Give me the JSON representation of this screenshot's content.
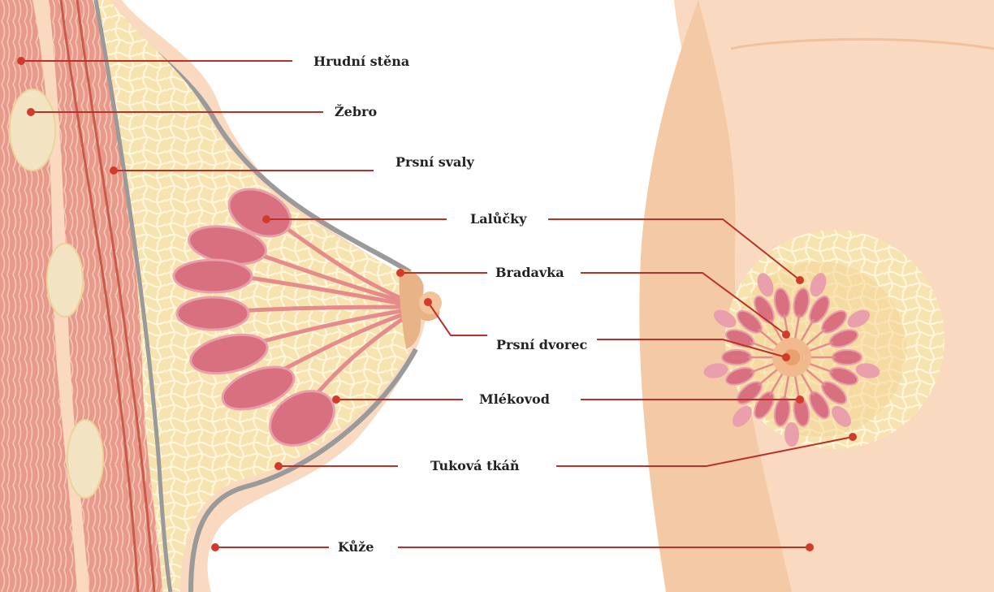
{
  "labels": {
    "chest_wall": "Hrudní stěna",
    "rib": "Žebro",
    "pectoral_muscles": "Prsní svaly",
    "lobules": "Lalůčky",
    "nipple": "Bradavka",
    "areola": "Prsní dvorec",
    "milk_duct": "Mlékovod",
    "fatty_tissue": "Tuková tkáň",
    "skin": "Kůže"
  },
  "colors": {
    "skin": "#f9d9bf",
    "skin_shade": "#f3c9a6",
    "muscle": "#e79a89",
    "muscle_dark": "#d36f5e",
    "fat": "#f7e3b0",
    "fat_line": "#ffffff",
    "lobule": "#d9707f",
    "lobule_light": "#e9a0ac",
    "duct": "#e58b8b",
    "nipple": "#e8b487",
    "outline": "#8f8f8f",
    "leader": "#b8322a",
    "dot": "#d23a2a"
  }
}
